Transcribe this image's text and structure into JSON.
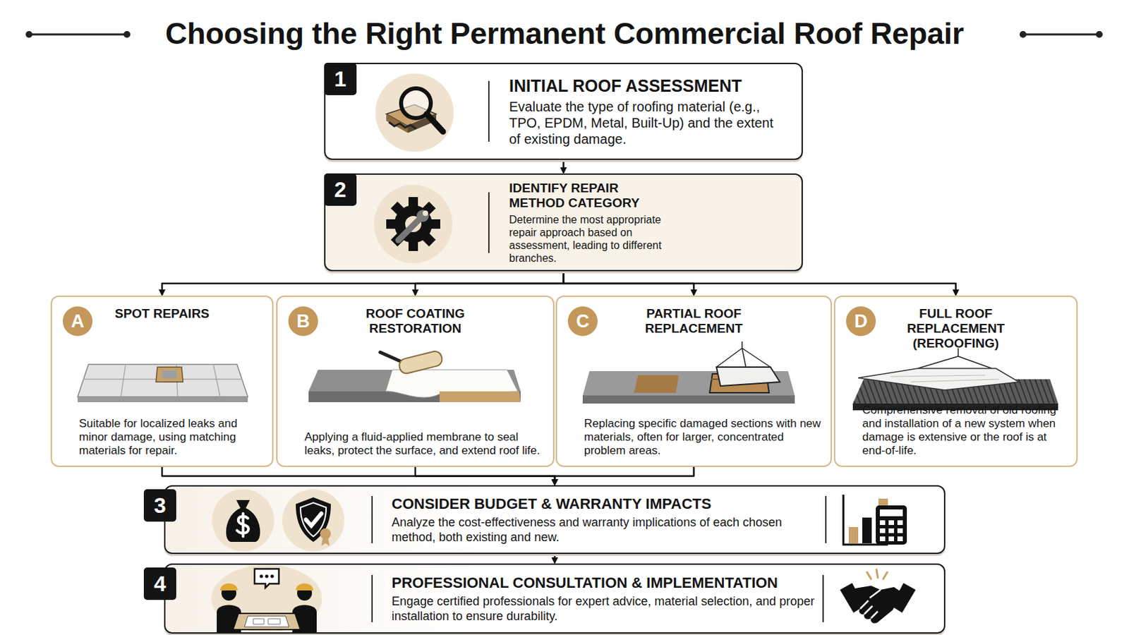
{
  "diagram": {
    "title": "Choosing the Right Permanent Commercial Roof Repair",
    "nodes": [
      {
        "text": [
          "1",
          "INITIAL ROOF ASSESSMENT",
          "Evaluate the type of roofing material (e.g., TPO, EPDM, Metal, Built-Up) and the extent of existing damage."
        ]
      },
      {
        "text": [
          "2",
          "IDENTIFY REPAIR METHOD CATEGORY",
          "Determine the most appropriate repair approach based on assessment, leading to different branches."
        ]
      },
      {
        "text": [
          "A",
          "SPOT REPAIRS",
          "Suitable for localized leaks and minor damage, using matching materials for repair."
        ]
      },
      {
        "text": [
          "B",
          "ROOF COATING RESTORATION",
          "Applying a fluid-applied membrane to seal leaks, protect the surface, and extend roof life."
        ]
      },
      {
        "text": [
          "C",
          "PARTIAL ROOF REPLACEMENT",
          "Replacing specific damaged sections with new materials, often for larger, concentrated problem areas."
        ]
      },
      {
        "text": [
          "D",
          "FULL ROOF REPLACEMENT (REROOFING)",
          "Comprehensive removal of old roofing and installation of a new system when damage is extensive or the roof is at end-of-life."
        ]
      },
      {
        "text": [
          "3",
          "CONSIDER BUDGET & WARRANTY IMPACTS",
          "Analyze the cost-effectiveness and warranty implications of each chosen method, both existing and new."
        ]
      },
      {
        "text": [
          "4",
          "PROFESSIONAL CONSULTATION & IMPLEMENTATION",
          "Engage certified professionals for expert advice, material selection, and proper installation to ensure durability."
        ]
      }
    ],
    "edges": [
      {
        "from": 0,
        "to": 1,
        "arrow": "to"
      },
      {
        "from": 1,
        "to": 2,
        "arrow": "to"
      },
      {
        "from": 1,
        "to": 3,
        "arrow": "to"
      },
      {
        "from": 1,
        "to": 4,
        "arrow": "to"
      },
      {
        "from": 1,
        "to": 5,
        "arrow": "to"
      },
      {
        "from": 2,
        "to": 6,
        "arrow": "to"
      },
      {
        "from": 3,
        "to": 6,
        "arrow": "to"
      },
      {
        "from": 4,
        "to": 6,
        "arrow": "to"
      },
      {
        "from": 6,
        "to": 7,
        "arrow": "to"
      }
    ]
  }
}
